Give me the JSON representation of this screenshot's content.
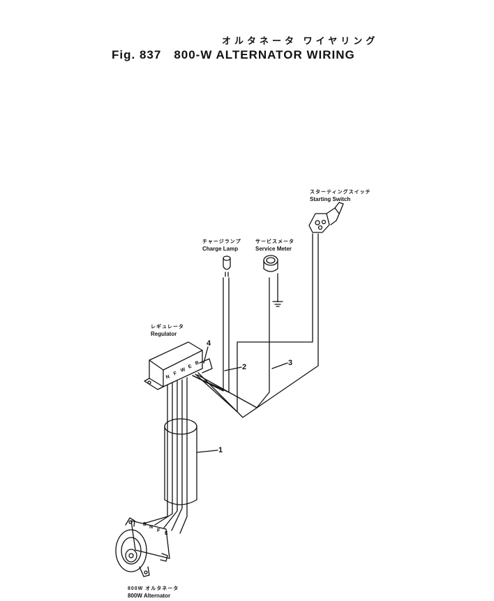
{
  "title": {
    "jp": "オルタネータ ワイヤリング",
    "fig": "Fig. 837",
    "en": "800-W ALTERNATOR WIRING"
  },
  "labels": {
    "starting_switch": {
      "jp": "スターティングスイッチ",
      "en": "Starting Switch"
    },
    "charge_lamp": {
      "jp": "チャージランプ",
      "en": "Charge Lamp"
    },
    "service_meter": {
      "jp": "サービスメータ",
      "en": "Service Meter"
    },
    "regulator": {
      "jp": "レギュレータ",
      "en": "Regulator"
    },
    "alternator": {
      "jp": "800W オルタネータ",
      "en": "800W Alternator"
    }
  },
  "callouts": [
    "1",
    "2",
    "3",
    "4"
  ],
  "regulator_terminals": [
    "N",
    "F",
    "W",
    "E",
    "B"
  ],
  "alternator_terminals": [
    "B",
    "N",
    "F",
    "E"
  ]
}
